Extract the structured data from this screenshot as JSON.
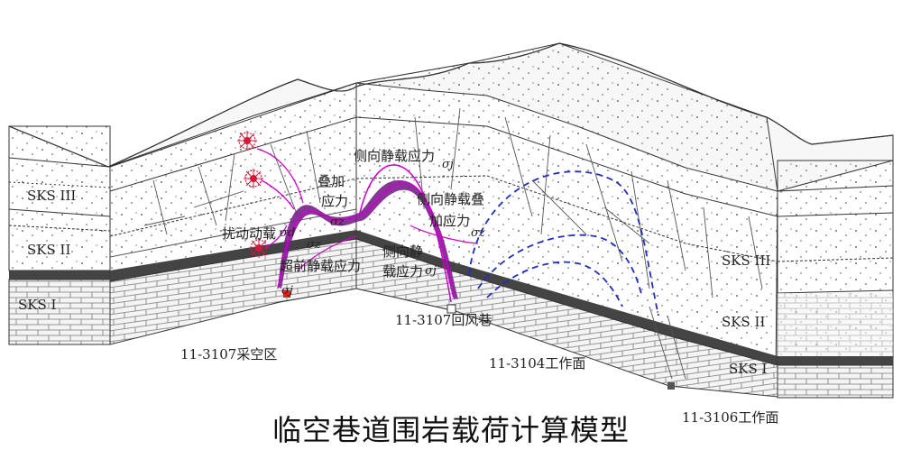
{
  "labels": {
    "sks3_left": "SKS III",
    "sks2_left": "SKS II",
    "sks1_left": "SKS I",
    "sks3_right": "SKS III",
    "sks2_right": "SKS II",
    "sks1_right": "SKS I",
    "goaf": "11-3107采空区",
    "return_airway": "11-3107回风巷",
    "face_3104": "11-3104工作面",
    "face_3106": "11-3106工作面",
    "dynamic_load": "扰动动载",
    "dynamic_sym": "σd",
    "superposed_1": "叠加",
    "superposed_2": "应力",
    "superposed_sym": "σz",
    "advance_static": "超前静载应力",
    "advance_sym": "σj",
    "lateral_static_top": "侧向静载应力",
    "lateral_top_sym": "σj",
    "lateral_super_1": "侧向静载叠",
    "lateral_super_2": "加应力",
    "lateral_super_sym": "σz",
    "lateral_static_low_1": "侧向静",
    "lateral_static_low_2": "载应力",
    "lateral_low_sym": "σj"
  },
  "title": "临空巷道围岩载荷计算模型",
  "colors": {
    "line": "#333333",
    "coal_seam": "#555555",
    "stress_curve": "#cc00cc",
    "stress_fill": "#7a1f8c",
    "dashed_arc": "#1f2fbf",
    "burst": "#d11a3a",
    "roadway": "#d7261e"
  },
  "icons": [
    "burst-icon",
    "dashed-arch-icon"
  ]
}
